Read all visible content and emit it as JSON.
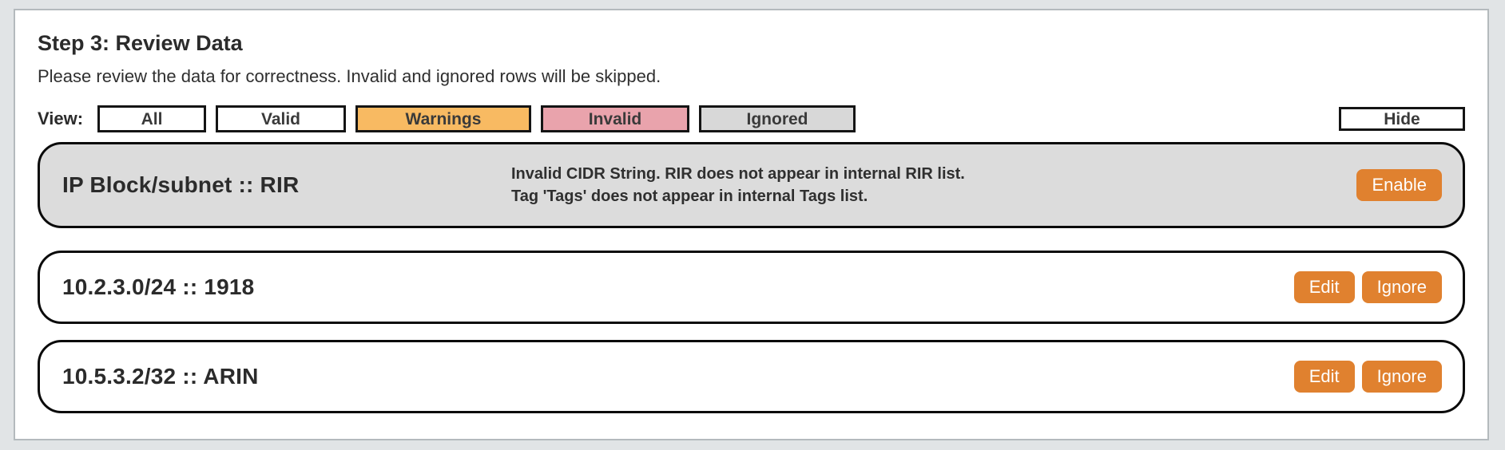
{
  "page": {
    "title": "Step 3: Review Data",
    "subtitle": "Please review the data for correctness. Invalid and ignored rows will be skipped."
  },
  "filters": {
    "label": "View:",
    "buttons": [
      {
        "label": "All"
      },
      {
        "label": "Valid"
      },
      {
        "label": "Warnings"
      },
      {
        "label": "Invalid"
      },
      {
        "label": "Ignored"
      }
    ],
    "hide_label": "Hide"
  },
  "header_row": {
    "title": "IP Block/subnet :: RIR",
    "warning": "Invalid CIDR String. RIR does not appear in internal RIR list. Tag 'Tags' does not appear in internal Tags list.",
    "action_label": "Enable"
  },
  "rows": [
    {
      "title": "10.2.3.0/24 :: 1918",
      "edit_label": "Edit",
      "ignore_label": "Ignore"
    },
    {
      "title": "10.5.3.2/32 :: ARIN",
      "edit_label": "Edit",
      "ignore_label": "Ignore"
    }
  ],
  "colors": {
    "accent_orange": "#e0812f",
    "warning_bg": "#f8ba62",
    "invalid_bg": "#e9a3ac",
    "ignored_bg": "#d8d8d8",
    "header_row_bg": "#dcdcdc"
  }
}
